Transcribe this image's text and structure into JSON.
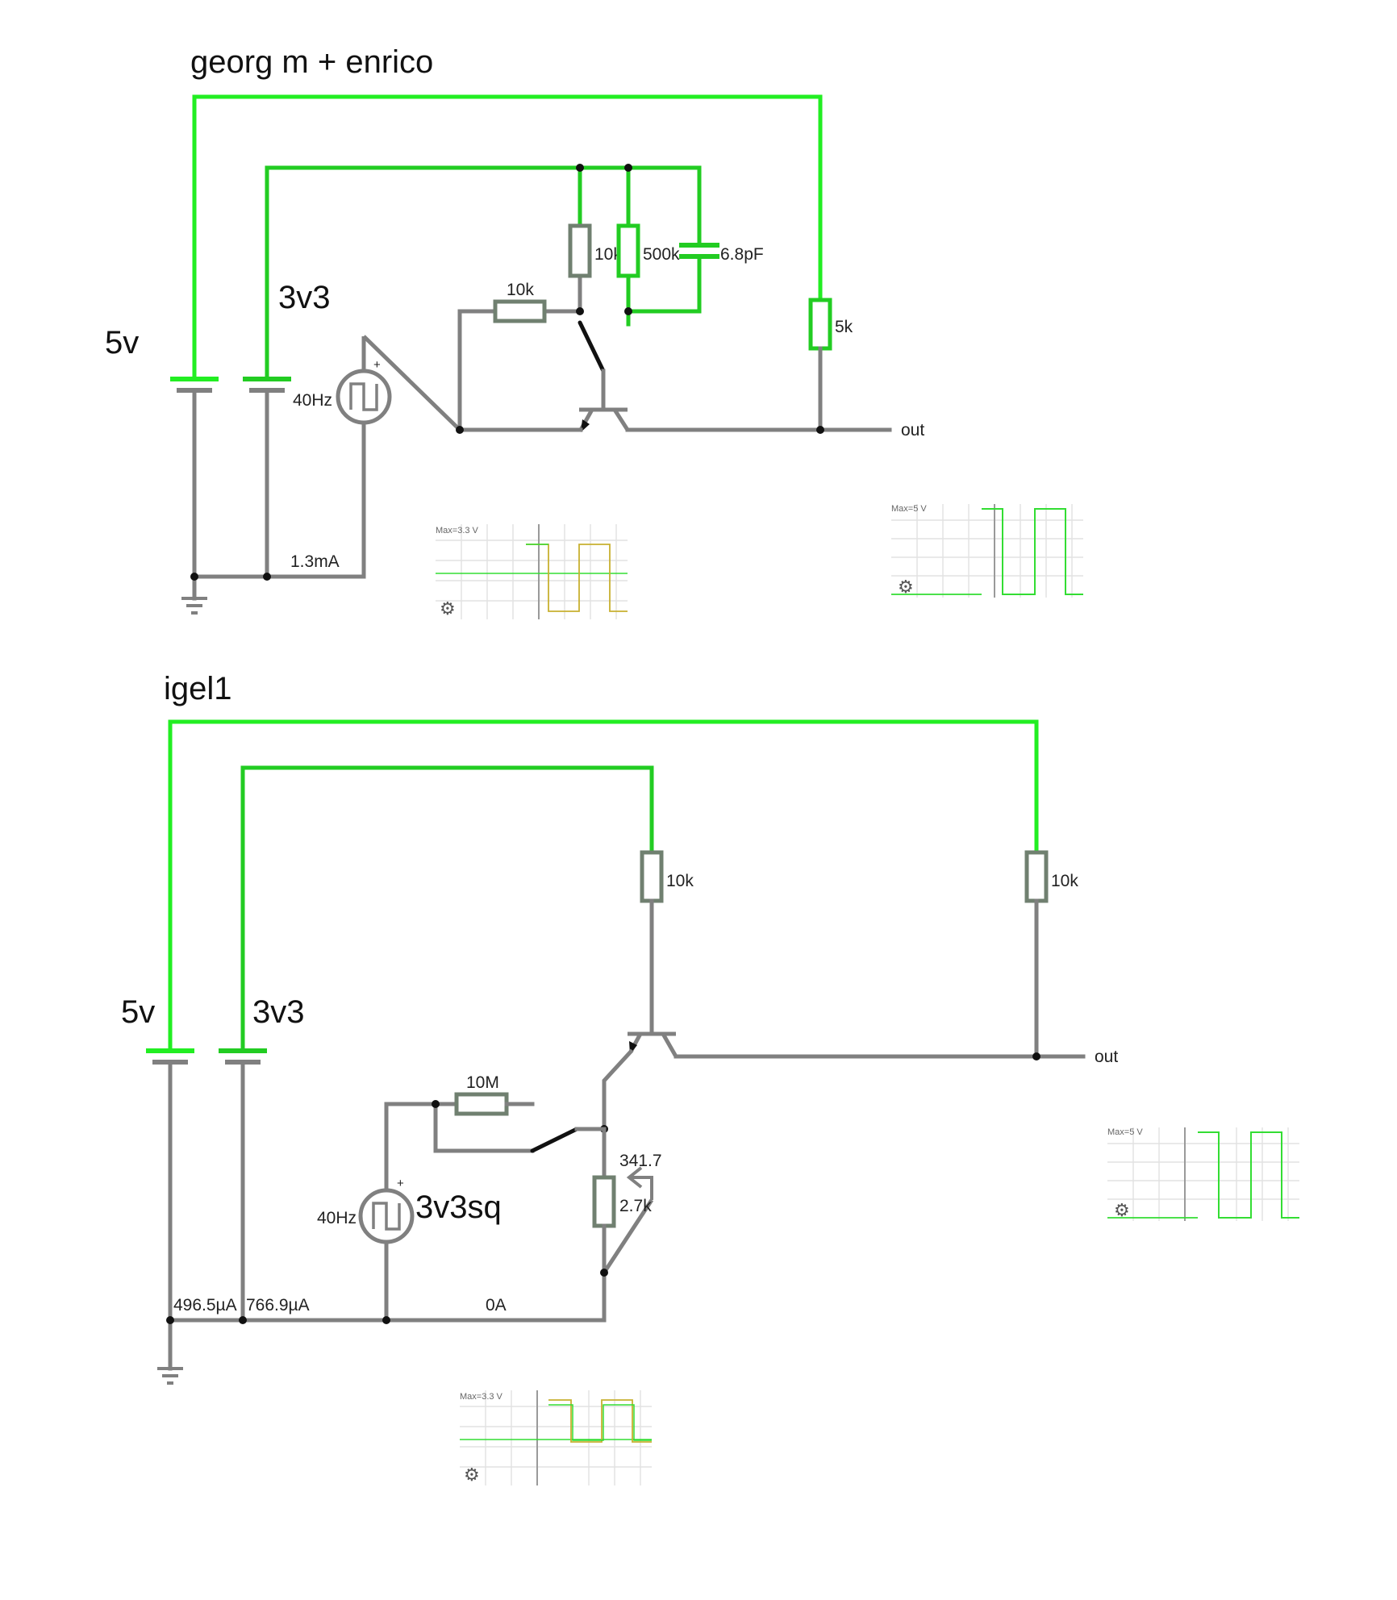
{
  "circuit1": {
    "title": "georg m + enrico",
    "supply_5v": "5v",
    "supply_3v3": "3v3",
    "source_freq": "40Hz",
    "r_collector": "10k",
    "r_base": "10k",
    "r_bias": "500k",
    "cap": "6.8pF",
    "r_pullup": "5k",
    "out_label": "out",
    "ground_current": "1.3mA",
    "scope_in_max": "Max=3.3 V",
    "scope_out_max": "Max=5 V"
  },
  "circuit2": {
    "title": "igel1",
    "supply_5v": "5v",
    "supply_3v3": "3v3",
    "source_freq": "40Hz",
    "source_name": "3v3sq",
    "r_collector": "10k",
    "r_pullup": "10k",
    "r_base": "10M",
    "pot_value": "341.7",
    "pot_label": "2.7k",
    "out_label": "out",
    "current_5v": "496.5µA",
    "current_3v3": "766.9µA",
    "current_gnd": "0A",
    "scope_in_max": "Max=3.3 V",
    "scope_out_max": "Max=5 V"
  },
  "colors": {
    "live_wire": "#22cc22",
    "ground_wire": "#808080",
    "scope_in_trace": "#c8b030",
    "scope_out_trace": "#33dd33"
  },
  "icons": [
    "ground-icon",
    "square-wave-source-icon",
    "gear-icon",
    "npn-transistor-icon",
    "pnp-transistor-icon"
  ]
}
